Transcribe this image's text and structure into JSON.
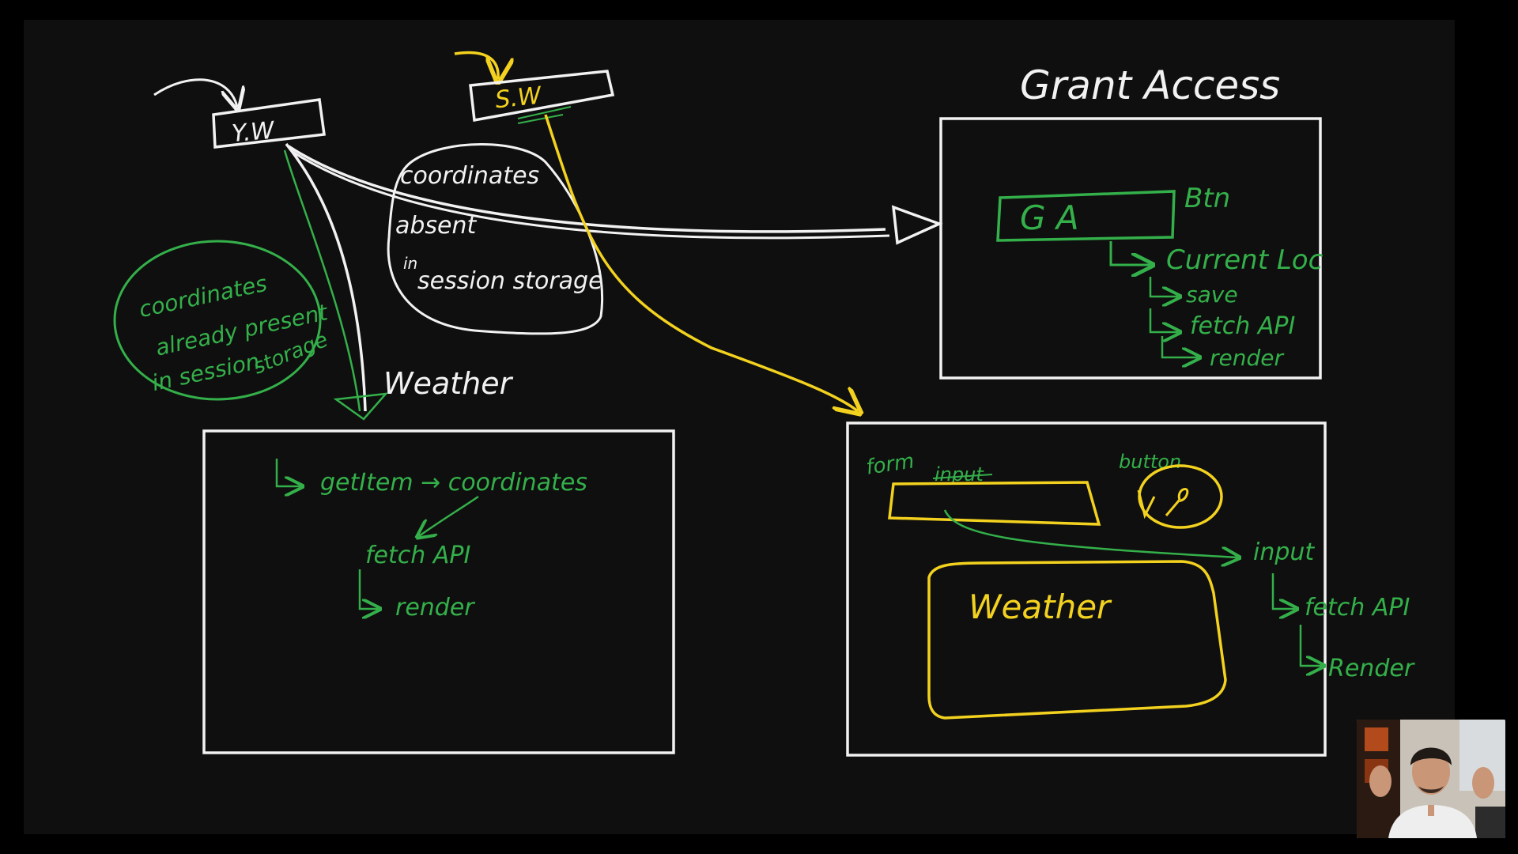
{
  "colors": {
    "background": "#000000",
    "canvas": "#0f0f0f",
    "white_ink": "#f2f2f2",
    "green_ink": "#34b04a",
    "yellow_ink": "#f3d21f"
  },
  "nodes": {
    "yw": "Y.W",
    "sw": "S.W"
  },
  "notes": {
    "coordinates_absent": [
      "coordinates",
      "absent",
      "in",
      "session storage"
    ],
    "coordinates_present": [
      "coordinates",
      "already present",
      "in session",
      "storage"
    ]
  },
  "grant_access": {
    "title": "Grant Access",
    "button_label": "G A",
    "btn_tag": "Btn",
    "steps": [
      "Current Loc",
      "save",
      "fetch API",
      "render"
    ]
  },
  "your_weather": {
    "title": "Weather",
    "steps": [
      "getItem → coordinates",
      "fetch API",
      "render"
    ]
  },
  "search_weather": {
    "form_label": "form",
    "input_label": "input",
    "button_label": "button",
    "box_label": "Weather",
    "steps": [
      "input",
      "fetch API",
      "Render"
    ]
  },
  "webcam": {
    "icon": "presenter-video-icon"
  }
}
